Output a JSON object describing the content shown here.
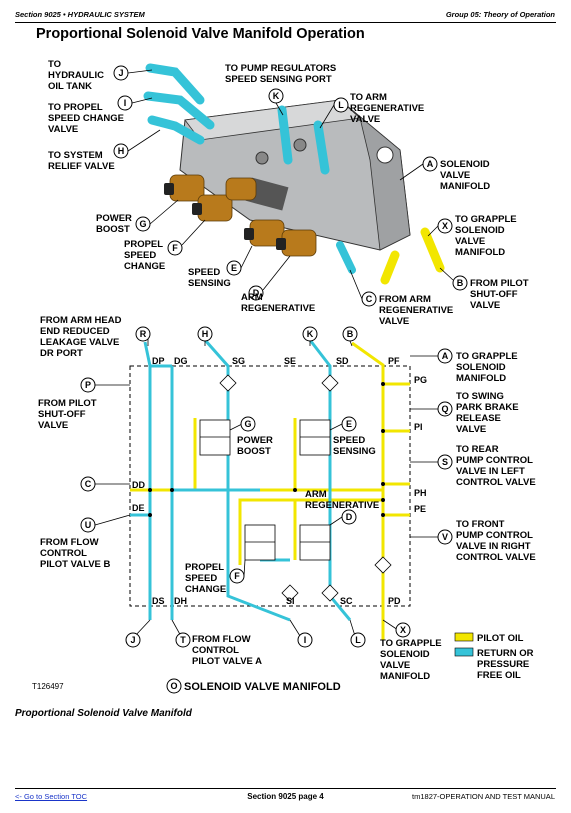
{
  "header": {
    "left": "Section 9025 • HYDRAULIC SYSTEM",
    "right": "Group 05: Theory of Operation"
  },
  "title": "Proportional Solenoid Valve Manifold Operation",
  "top_labels": {
    "J": [
      "TO",
      "HYDRAULIC",
      "OIL TANK"
    ],
    "I": [
      "TO PROPEL",
      "SPEED CHANGE",
      "VALVE"
    ],
    "H": [
      "TO SYSTEM",
      "RELIEF VALVE"
    ],
    "K": [
      "TO PUMP REGULATORS",
      "SPEED SENSING PORT"
    ],
    "L": [
      "TO ARM",
      "REGENERATIVE",
      "VALVE"
    ],
    "A": [
      "SOLENOID",
      "VALVE",
      "MANIFOLD"
    ],
    "X": [
      "TO GRAPPLE",
      "SOLENOID",
      "VALVE",
      "MANIFOLD"
    ],
    "B": [
      "FROM PILOT",
      "SHUT-OFF",
      "VALVE"
    ],
    "C": [
      "FROM ARM",
      "REGENERATIVE",
      "VALVE"
    ],
    "G": [
      "POWER",
      "BOOST"
    ],
    "F": [
      "PROPEL",
      "SPEED",
      "CHANGE"
    ],
    "E": [
      "SPEED",
      "SENSING"
    ],
    "D": [
      "ARM",
      "REGENERATIVE"
    ]
  },
  "schematic_labels": {
    "R": [
      "FROM ARM HEAD",
      "END REDUCED",
      "LEAKAGE VALVE",
      "DR PORT"
    ],
    "P": [
      "FROM PILOT",
      "SHUT-OFF",
      "VALVE"
    ],
    "U": [
      "FROM FLOW",
      "CONTROL",
      "PILOT VALVE B"
    ],
    "A": [
      "TO GRAPPLE",
      "SOLENOID",
      "MANIFOLD"
    ],
    "Q": [
      "TO SWING",
      "PARK BRAKE",
      "RELEASE",
      "VALVE"
    ],
    "S": [
      "TO REAR",
      "PUMP CONTROL",
      "VALVE IN LEFT",
      "CONTROL VALVE"
    ],
    "V": [
      "TO FRONT",
      "PUMP CONTROL",
      "VALVE IN RIGHT",
      "CONTROL VALVE"
    ],
    "T": [
      "FROM FLOW",
      "CONTROL",
      "PILOT VALVE A"
    ],
    "X": [
      "TO GRAPPLE",
      "SOLENOID",
      "VALVE",
      "MANIFOLD"
    ],
    "G": [
      "POWER",
      "BOOST"
    ],
    "E": [
      "SPEED",
      "SENSING"
    ],
    "D": [
      "ARM",
      "REGENERATIVE"
    ],
    "F": [
      "PROPEL",
      "SPEED",
      "CHANGE"
    ],
    "O": [
      "SOLENOID VALVE MANIFOLD"
    ]
  },
  "ports": {
    "DP": "DP",
    "DG": "DG",
    "SG": "SG",
    "SE": "SE",
    "SD": "SD",
    "PF": "PF",
    "PG": "PG",
    "PI": "PI",
    "DD": "DD",
    "PH": "PH",
    "DE": "DE",
    "PE": "PE",
    "DS": "DS",
    "DH": "DH",
    "SI": "SI",
    "SC": "SC",
    "PD": "PD"
  },
  "legend": {
    "pilot": "PILOT OIL",
    "return": [
      "RETURN OR",
      "PRESSURE",
      "FREE OIL"
    ],
    "pilot_color": "#f2e600",
    "return_color": "#35c3d8"
  },
  "image_id": "T126497",
  "caption": "Proportional Solenoid Valve Manifold",
  "footer": {
    "link": "<- Go to Section TOC",
    "center": "Section 9025 page 4",
    "right": "tm1827-OPERATION AND TEST MANUAL"
  }
}
